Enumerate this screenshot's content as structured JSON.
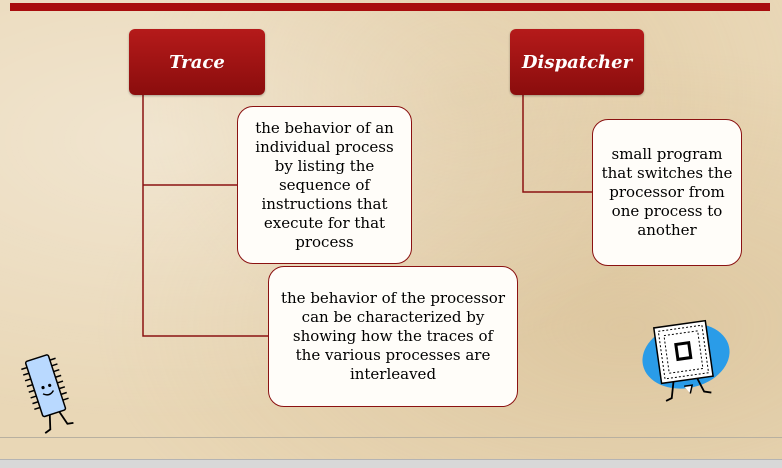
{
  "diagram": {
    "trace_label": "Trace",
    "dispatcher_label": "Dispatcher",
    "trace_behavior_text": "the behavior of an individual process by listing the sequence of instructions that execute for that process",
    "processor_behavior_text": "the behavior of the processor can be characterized by showing how the traces of the various processes are interleaved",
    "dispatcher_text": "small program that switches the processor from one process to another"
  },
  "colors": {
    "accent": "#a80d0d",
    "header_fill": "#9b1010",
    "box_border": "#8b1212",
    "box_fill": "#fffdf9",
    "background": "#e9d7b6"
  },
  "icons": [
    "memory-chip-clipart-icon",
    "processor-chip-clipart-icon"
  ]
}
